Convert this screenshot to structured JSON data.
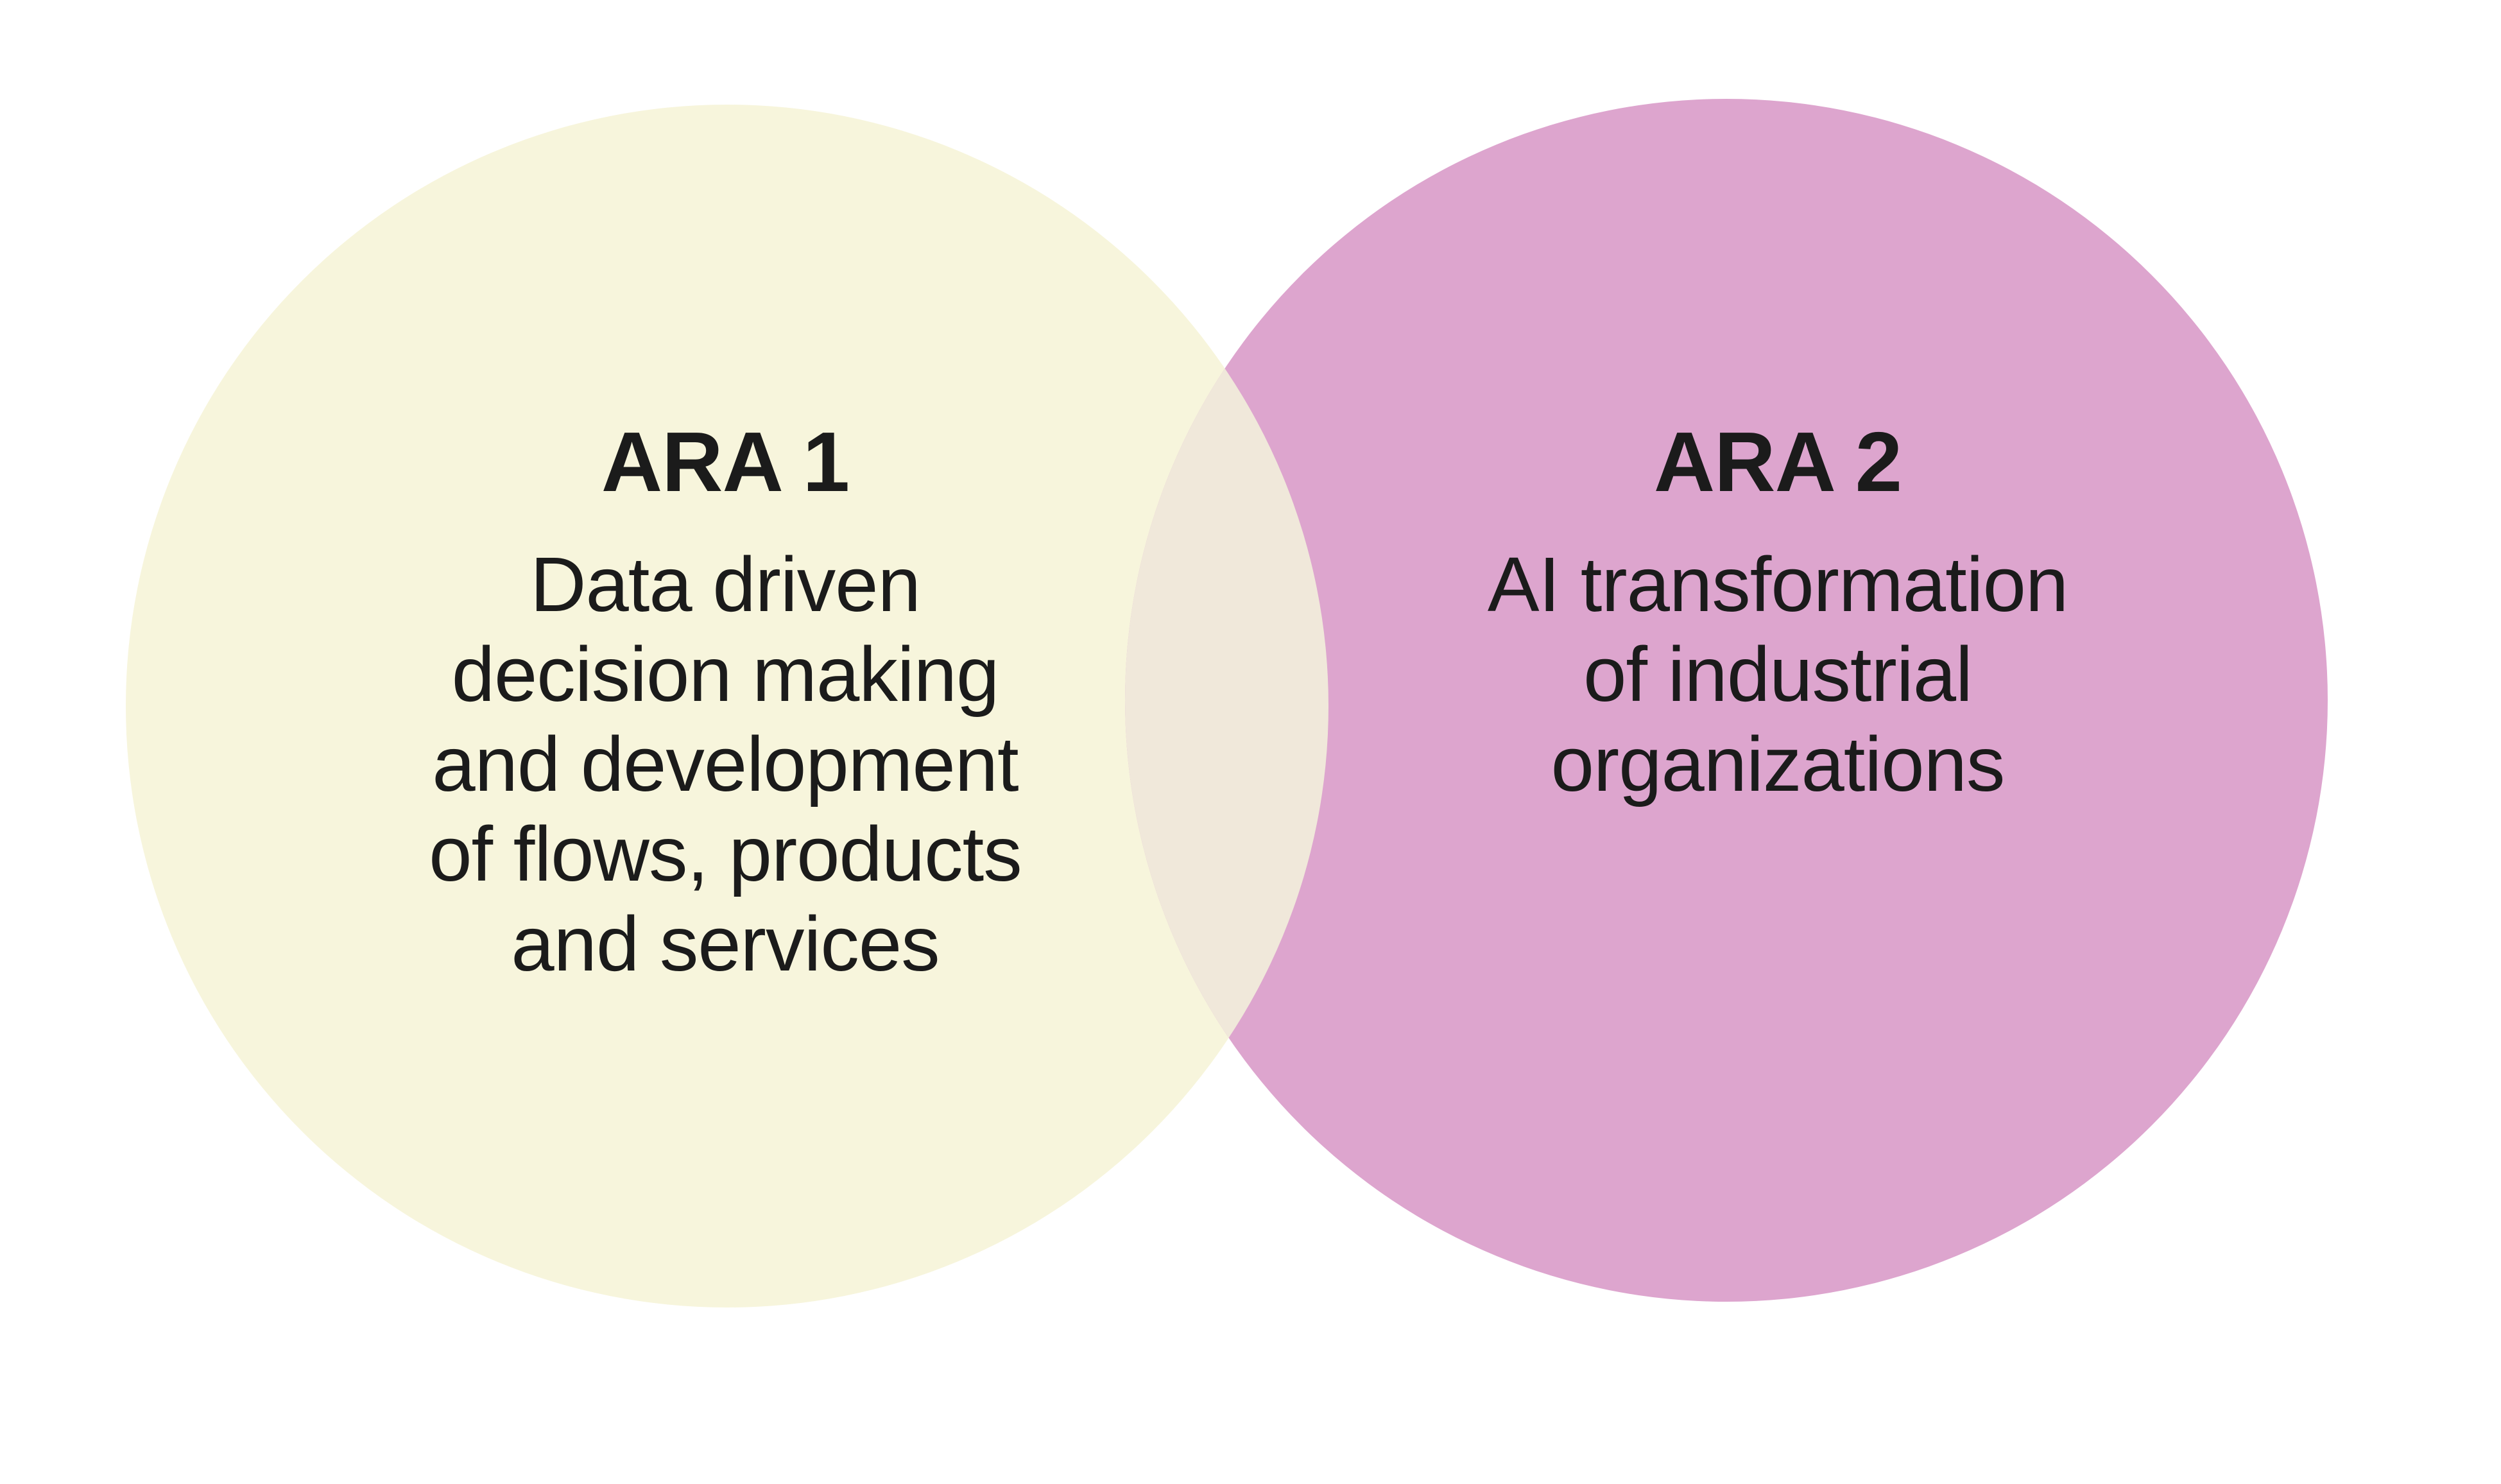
{
  "diagram": {
    "type": "venn",
    "background_color": "#ffffff",
    "text_color": "#1b1b1b",
    "overlap_color": "#f0e8da",
    "sets": [
      {
        "title": "ARA 1",
        "description": "Data driven decision making and development of flows, products and services",
        "lines": [
          "Data driven",
          "decision making",
          "and development",
          "of flows, products",
          "and services"
        ],
        "color": "#f7f5dc"
      },
      {
        "title": "ARA 2",
        "description": "AI transformation of industrial organizations",
        "lines": [
          "AI transformation",
          "of industrial",
          "organizations"
        ],
        "color": "#dda5ce"
      }
    ]
  }
}
